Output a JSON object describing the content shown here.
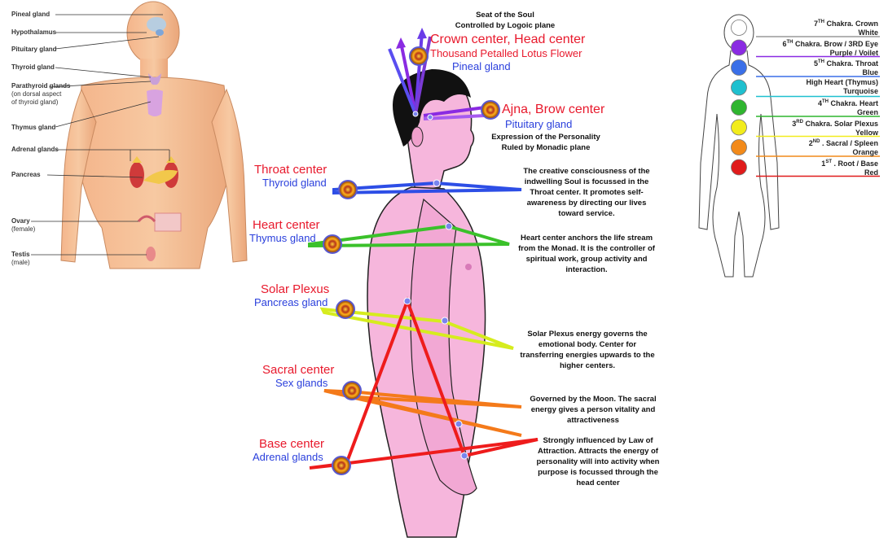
{
  "anatomy": {
    "labels": [
      "Pineal gland",
      "Hypothalamus",
      "Pituitary gland",
      "Thyroid gland",
      "Parathyroid glands",
      "(on dorsal aspect",
      "of thyroid gland)",
      "Thymus gland",
      "Adrenal glands",
      "Pancreas",
      "Ovary",
      "(female)",
      "Testis",
      "(male)"
    ]
  },
  "header": {
    "line1": "Seat of the Soul",
    "line2": "Controlled by Logoic plane"
  },
  "crown": {
    "title": "Crown center, Head center",
    "subtitle": "Thousand Petalled Lotus Flower",
    "gland": "Pineal gland"
  },
  "ajna": {
    "title": "Ajna, Brow center",
    "gland": "Pituitary gland",
    "note1": "Expression of the Personality",
    "note2": "Ruled by Monadic plane"
  },
  "centers": [
    {
      "title": "Throat center",
      "gland": "Thyroid gland",
      "color": "#2d4ee6",
      "note": "The creative consciousness of the indwelling Soul is focussed in the Throat center. It promotes self-awareness by directing our lives toward service."
    },
    {
      "title": "Heart center",
      "gland": "Thymus gland",
      "color": "#3ac12a",
      "note": "Heart center anchors the life stream from the Monad. It is the controller of spiritual work, group activity and interaction."
    },
    {
      "title": "Solar Plexus",
      "gland": "Pancreas gland",
      "color": "#d6ec1e",
      "note": "Solar Plexus energy governs the emotional body. Center for transferring energies upwards to the higher centers."
    },
    {
      "title": "Sacral center",
      "gland": "Sex glands",
      "color": "#f47a1a",
      "note": "Governed by the Moon. The sacral energy gives a person vitality and attractiveness"
    },
    {
      "title": "Base center",
      "gland": "Adrenal glands",
      "color": "#ee1c1c",
      "note": "Strongly influenced by Law of Attraction. Attracts the energy of personality will into activity when purpose is focussed through the head center"
    }
  ],
  "chakras": [
    {
      "num": "7",
      "sup": "TH",
      "line1": " Chakra. Crown",
      "line2": "White",
      "color": "#ffffff"
    },
    {
      "num": "6",
      "sup": "TH",
      "line1": " Chakra. Brow / 3RD Eye",
      "line2": "Purple / Voilet",
      "color": "#8a2be2"
    },
    {
      "num": "5",
      "sup": "TH",
      "line1": " Chakra. Throat",
      "line2": "Blue",
      "color": "#3a6fe8"
    },
    {
      "num": "",
      "sup": "",
      "line1": "High Heart (Thymus)",
      "line2": "Turquoise",
      "color": "#1fc0cf"
    },
    {
      "num": "4",
      "sup": "TH",
      "line1": " Chakra. Heart",
      "line2": "Green",
      "color": "#2fb52f"
    },
    {
      "num": "3",
      "sup": "RD",
      "line1": " Chakra. Solar Plexus",
      "line2": "Yellow",
      "color": "#f2ec1c"
    },
    {
      "num": "2",
      "sup": "ND",
      "line1": " . Sacral / Spleen",
      "line2": "Orange",
      "color": "#f28a1a"
    },
    {
      "num": "1",
      "sup": "ST",
      "line1": " . Root / Base",
      "line2": "Red",
      "color": "#e01b1b"
    }
  ]
}
